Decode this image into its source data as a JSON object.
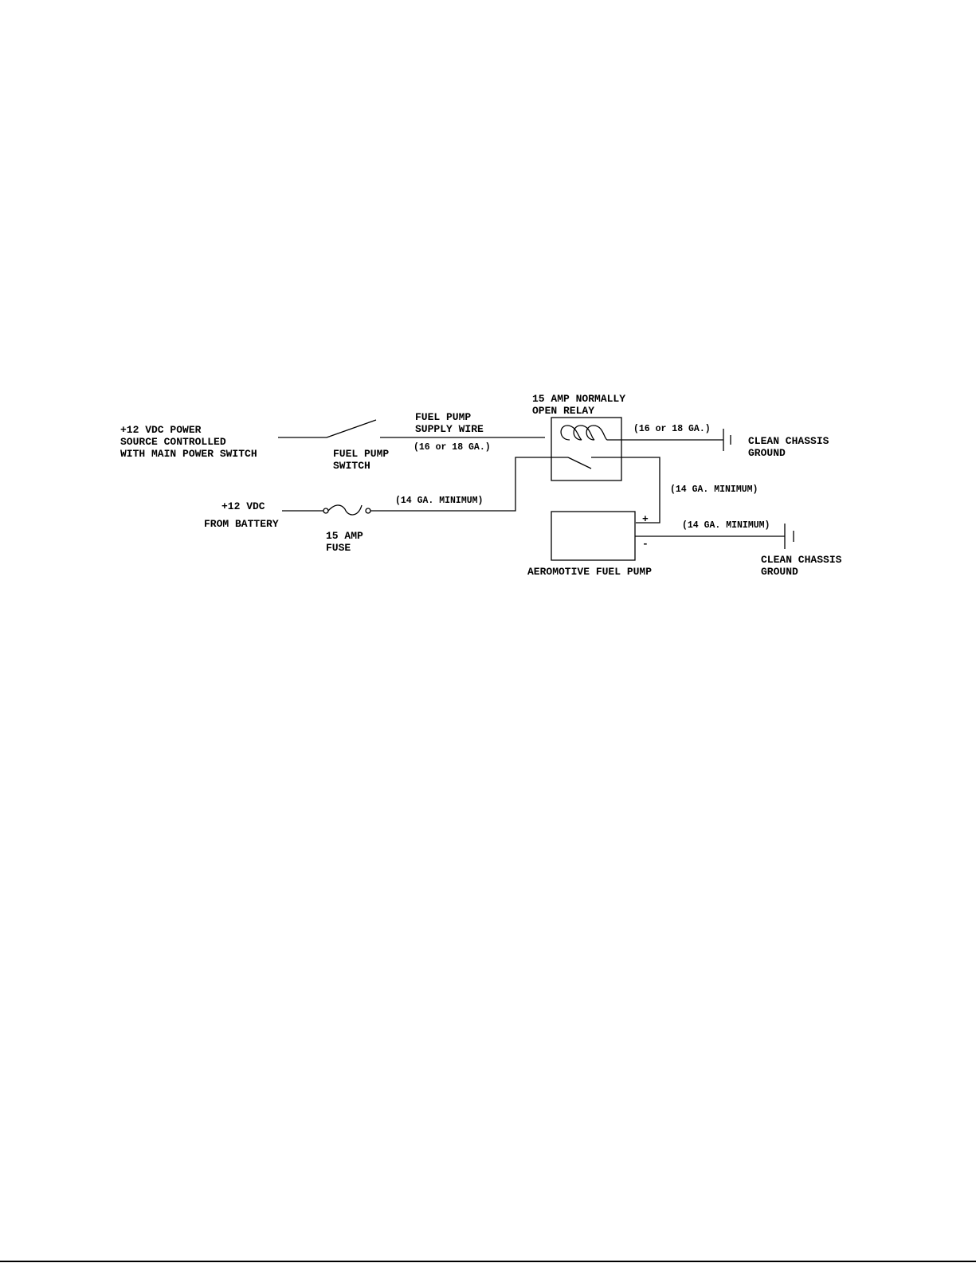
{
  "diagram": {
    "source_label": [
      "+12 VDC POWER",
      "SOURCE CONTROLLED",
      "WITH MAIN POWER SWITCH"
    ],
    "switch_label": [
      "FUEL PUMP",
      "SWITCH"
    ],
    "supply_wire_label": [
      "FUEL PUMP",
      "SUPPLY WIRE"
    ],
    "supply_wire_gauge": "(16 or 18 GA.)",
    "relay_label": [
      "15 AMP NORMALLY",
      "OPEN RELAY"
    ],
    "relay_ground_gauge": "(16 or 18 GA.)",
    "ground_label_top": [
      "CLEAN CHASSIS",
      "GROUND"
    ],
    "battery_label": [
      "+12 VDC",
      "FROM BATTERY"
    ],
    "fuse_label": [
      "15 AMP",
      "FUSE"
    ],
    "battery_wire_gauge": "(14 GA. MINIMUM)",
    "pump_wire_gauge": "(14 GA. MINIMUM)",
    "pump_ground_gauge": "(14 GA. MINIMUM)",
    "pump_label": "AEROMOTIVE FUEL PUMP",
    "pump_plus": "+",
    "pump_minus": "-",
    "ground_label_bottom": [
      "CLEAN CHASSIS",
      "GROUND"
    ]
  }
}
